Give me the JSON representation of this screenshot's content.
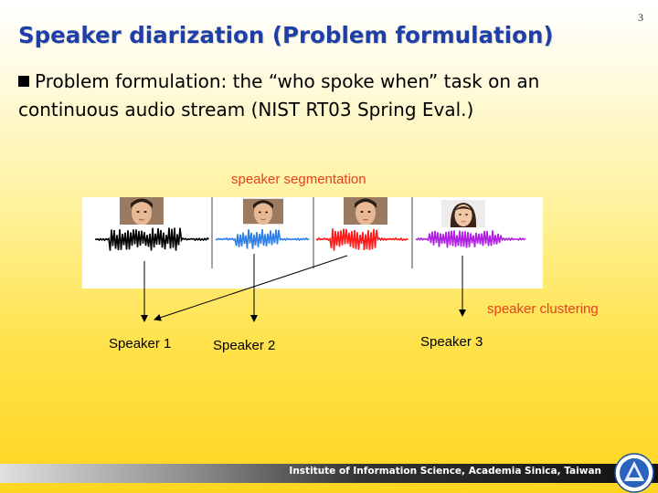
{
  "slide_number": "3",
  "title": "Speaker diarization (Problem formulation)",
  "bullet": {
    "line1": "Problem formulation: the “who spoke when” task on an",
    "line2": "continuous audio stream (NIST RT03 Spring Eval.)"
  },
  "diagram": {
    "segmentation_label": "speaker segmentation",
    "clustering_label": "speaker clustering",
    "segment_colors": [
      "#000000",
      "#2f7fe8",
      "#ff1a1a",
      "#b020e0"
    ],
    "speakers": [
      {
        "label": "Speaker 1"
      },
      {
        "label": "Speaker 2"
      },
      {
        "label": "Speaker 3"
      }
    ]
  },
  "footer": {
    "institute": "Institute of Information Science, Academia Sinica, Taiwan"
  }
}
